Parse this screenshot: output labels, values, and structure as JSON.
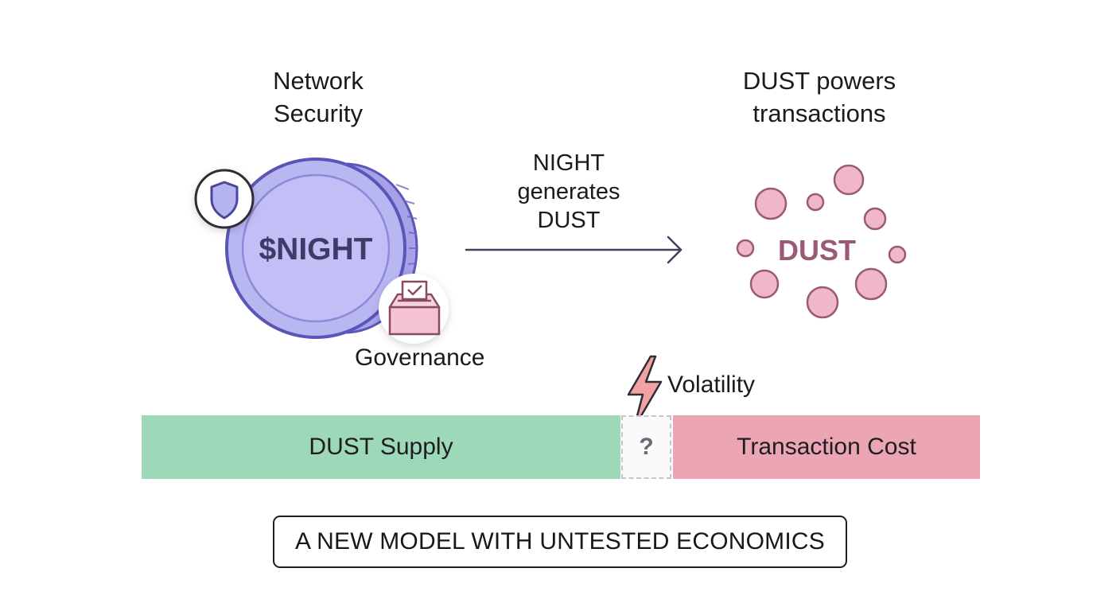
{
  "labels": {
    "network_security": "Network\nSecurity",
    "dust_powers": "DUST powers\ntransactions",
    "arrow_caption": "NIGHT\ngenerates\nDUST",
    "governance": "Governance",
    "volatility": "Volatility"
  },
  "coins": {
    "night_token": "$NIGHT",
    "dust_token": "DUST"
  },
  "bar": {
    "supply": "DUST Supply",
    "gap": "?",
    "cost": "Transaction Cost"
  },
  "footer": {
    "banner": "A NEW MODEL WITH UNTESTED ECONOMICS"
  },
  "icons": {
    "shield": "shield-icon",
    "ballot_box": "ballot-box-icon",
    "lightning": "lightning-bolt-icon",
    "arrow": "arrow-right-icon"
  },
  "colors": {
    "night_coin": "#b9b7f2",
    "night_coin_outline": "#5b55b8",
    "dust_particle": "#f0b7cb",
    "dust_text": "#9a5a77",
    "supply_bar": "#9dd8b8",
    "cost_bar": "#eba5b3",
    "lightning": "#f4a1a4"
  }
}
